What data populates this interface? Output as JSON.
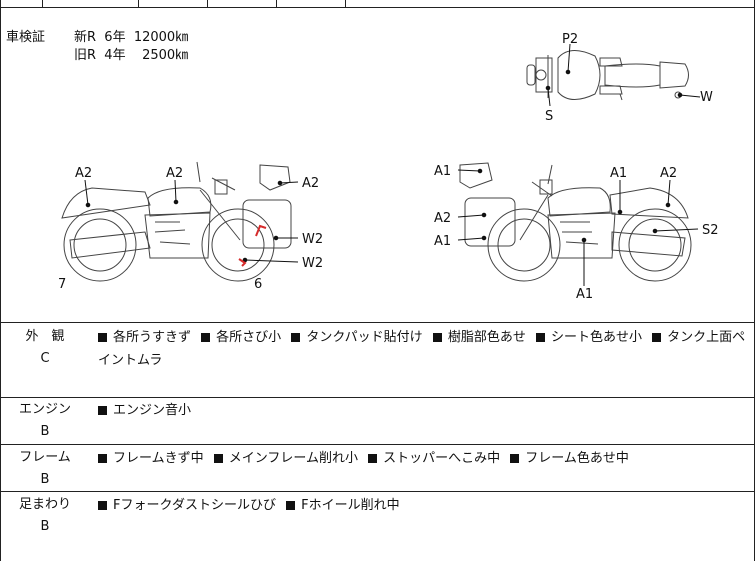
{
  "inspection": {
    "label": "車検証",
    "new_line": "新R  6年  12000㎞",
    "old_line": "旧R  4年    2500㎞"
  },
  "marks": {
    "top_p2": "P2",
    "top_s": "S",
    "top_w": "W",
    "left_a2_front": "A2",
    "left_a2_tank": "A2",
    "left_a2_bag": "A2",
    "left_w2_bag": "W2",
    "left_w2_wheel": "W2",
    "left_num_7": "7",
    "left_num_6": "6",
    "right_a1_bag_top": "A1",
    "right_a2_bag": "A2",
    "right_a1_bag_low": "A1",
    "right_a1_tank": "A1",
    "right_a2_front": "A2",
    "right_s2": "S2",
    "right_a1_engine": "A1"
  },
  "rows": [
    {
      "title": "外　観",
      "grade": "C",
      "items": [
        "各所うすきず",
        "各所さび小",
        "タンクパッド貼付け",
        "樹脂部色あせ",
        "シート色あせ小",
        "タンク上面ペイントムラ"
      ]
    },
    {
      "title": "エンジン",
      "grade": "B",
      "items": [
        "エンジン音小"
      ]
    },
    {
      "title": "フレーム",
      "grade": "B",
      "items": [
        "フレームきず中",
        "メインフレーム削れ小",
        "ストッパーへこみ中",
        "フレーム色あせ中"
      ]
    },
    {
      "title": "足まわり",
      "grade": "B",
      "items": [
        "Fフォークダストシールひび",
        "Fホイール削れ中"
      ]
    }
  ],
  "colors": {
    "mark_red": "#d62b2b",
    "line": "#222222"
  }
}
